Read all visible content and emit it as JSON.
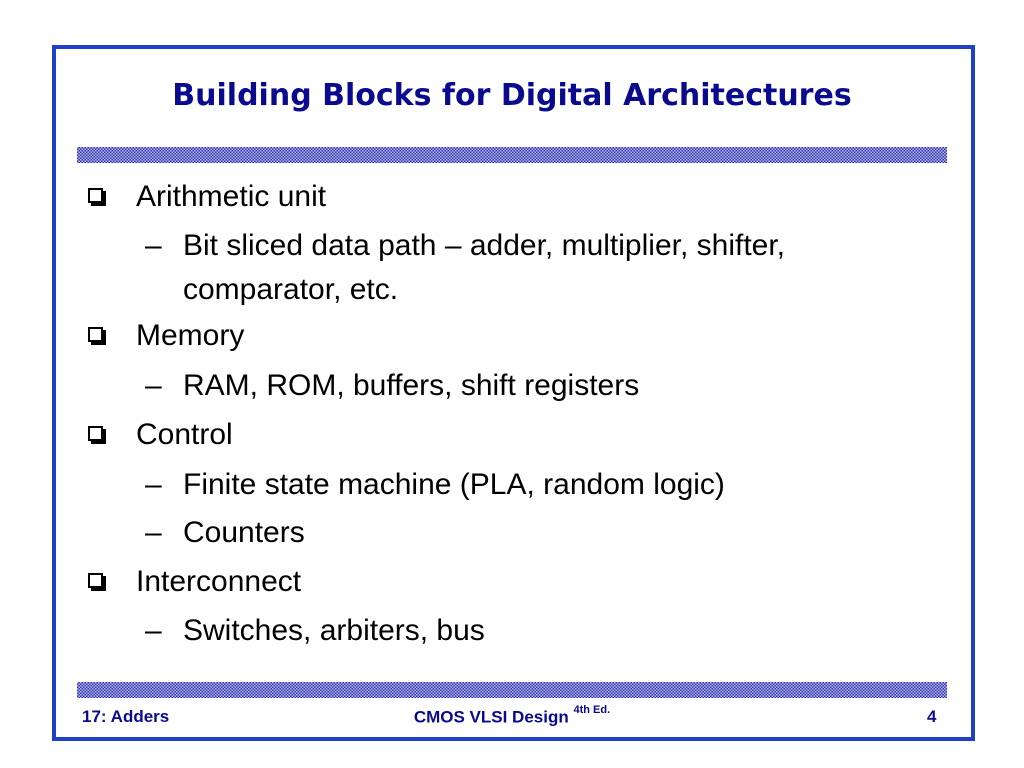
{
  "slide": {
    "title": "Building Blocks for Digital Architectures",
    "bullets": [
      {
        "label": "Arithmetic unit",
        "subs": [
          {
            "line1": "Bit sliced data path – adder, multiplier, shifter,",
            "line2": "comparator, etc."
          }
        ]
      },
      {
        "label": "Memory",
        "subs": [
          {
            "line1": "RAM, ROM, buffers, shift registers"
          }
        ]
      },
      {
        "label": "Control",
        "subs": [
          {
            "line1": "Finite state machine (PLA, random logic)"
          },
          {
            "line1": "Counters"
          }
        ]
      },
      {
        "label": "Interconnect",
        "subs": [
          {
            "line1": "Switches, arbiters, bus"
          }
        ]
      }
    ]
  },
  "footer": {
    "left": "17: Adders",
    "center": "CMOS VLSI Design",
    "center_sup": "4th Ed.",
    "right": "4"
  },
  "colors": {
    "frame": "#1f40c8",
    "title": "#0a0a8f",
    "footer": "#0a0a8f",
    "dither": "#2f35b8"
  },
  "icons": {
    "bullet": "square-bullet-icon",
    "dash": "en-dash"
  }
}
